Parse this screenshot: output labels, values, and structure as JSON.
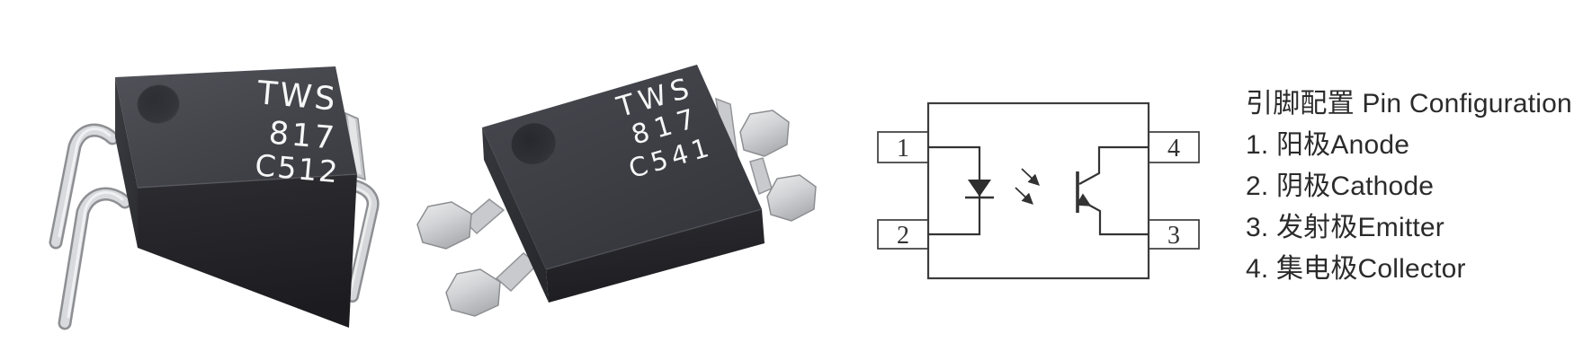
{
  "page": {
    "background_color": "#ffffff"
  },
  "photos": {
    "dip": {
      "lines": [
        "TWS",
        "817",
        "C512"
      ]
    },
    "smd": {
      "lines": [
        "TWS",
        "817",
        "C541"
      ]
    }
  },
  "schematic": {
    "pins": [
      "1",
      "2",
      "3",
      "4"
    ],
    "line_color": "#3c3c3c"
  },
  "pin_config": {
    "title": "引脚配置 Pin Configuration",
    "items": [
      "1. 阳极Anode",
      "2. 阴极Cathode",
      "3. 发射极Emitter",
      "4. 集电极Collector"
    ],
    "text_color": "#2b2b2b"
  },
  "colors": {
    "chip_body_top": "#45464c",
    "chip_body_front": "#232327",
    "lead_silver": "#d7d8db"
  }
}
